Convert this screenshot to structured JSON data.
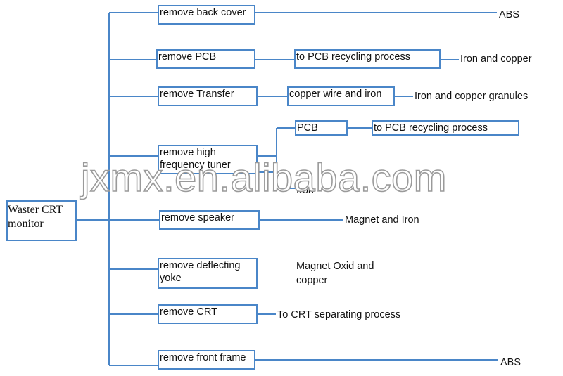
{
  "root": "Waster CRT monitor",
  "steps": {
    "back_cover": "remove back cover",
    "pcb": "remove PCB",
    "transfer": "remove Transfer",
    "hf_tuner": "remove high frequency tuner",
    "speaker": "remove speaker",
    "yoke": "remove deflecting yoke",
    "crt": "remove CRT",
    "front_frame": "remove front frame"
  },
  "intermediates": {
    "pcb_process": "to PCB recycling process",
    "copper_wire": "copper wire and iron",
    "tuner_pcb": "PCB",
    "tuner_pcb_process": "to PCB recycling process"
  },
  "outputs": {
    "back_cover": "ABS",
    "pcb": "Iron and copper",
    "transfer": "Iron and copper granules",
    "tuner_iron": "Iron",
    "speaker": "Magnet and Iron",
    "yoke": "Magnet Oxid and copper",
    "crt": "To CRT separating process",
    "front_frame": "ABS"
  },
  "watermark": "jxmx.en.alibaba.com",
  "colors": {
    "line": "#4a86c8",
    "text": "#111111",
    "watermark_stroke": "#9a9a9a"
  }
}
